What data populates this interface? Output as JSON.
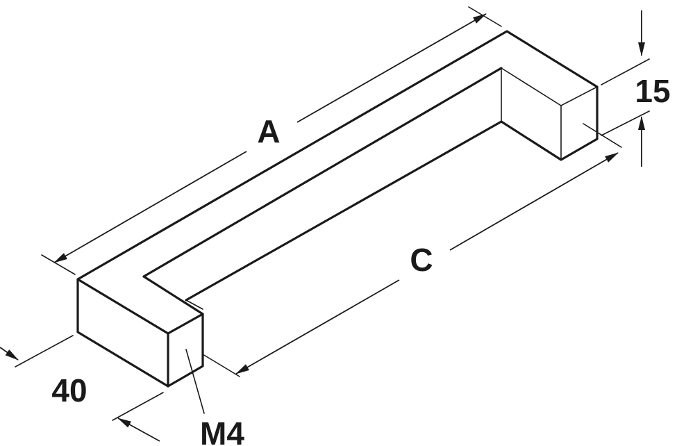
{
  "diagram": {
    "labels": {
      "a": "A",
      "c": "C",
      "width": "15",
      "height": "40",
      "thread": "M4"
    },
    "ink_color": "#1a1a1a",
    "background": "#ffffff"
  }
}
